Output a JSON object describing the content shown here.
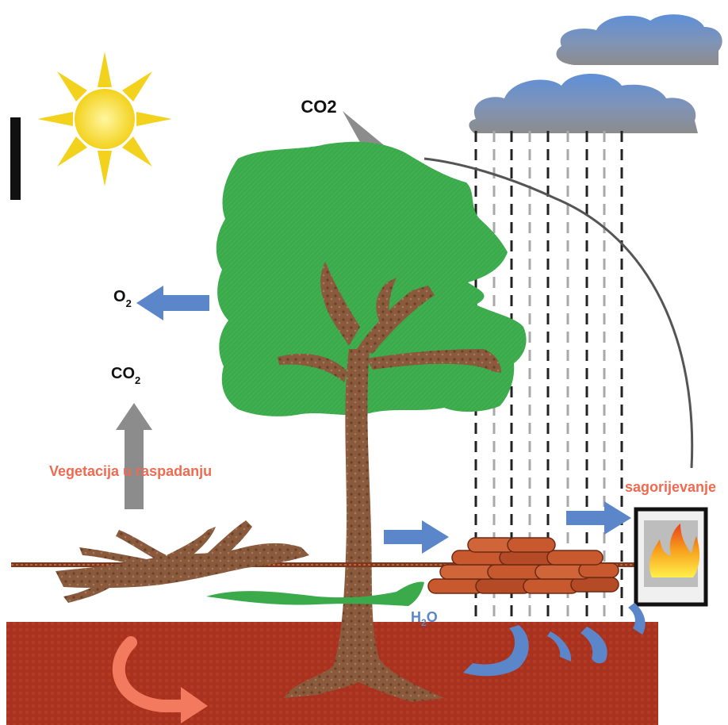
{
  "labels": {
    "co2_top": "CO2",
    "o2_main": "O",
    "o2_sub": "2",
    "co2_left_main": "CO",
    "co2_left_sub": "2",
    "decomposition": "Vegetacija u raspadanju",
    "combustion": "sagorijevanje",
    "water_main": "H",
    "water_sub": "2",
    "water_end": "O"
  },
  "colors": {
    "leaf_green": "#3aaa4a",
    "bark_brown": "#8a5a3c",
    "soil_red": "#a8321e",
    "arrow_blue": "#5b86c9",
    "arrow_gray": "#8c8c8c",
    "label_red": "#f06a50",
    "sun_yellow": "#f7e24a",
    "flame_orange": "#f7941d"
  },
  "icons": [
    "sun-icon",
    "cloud-icon",
    "tree-icon",
    "fallen-log-icon",
    "firewood-pile-icon",
    "stove-fire-icon"
  ]
}
